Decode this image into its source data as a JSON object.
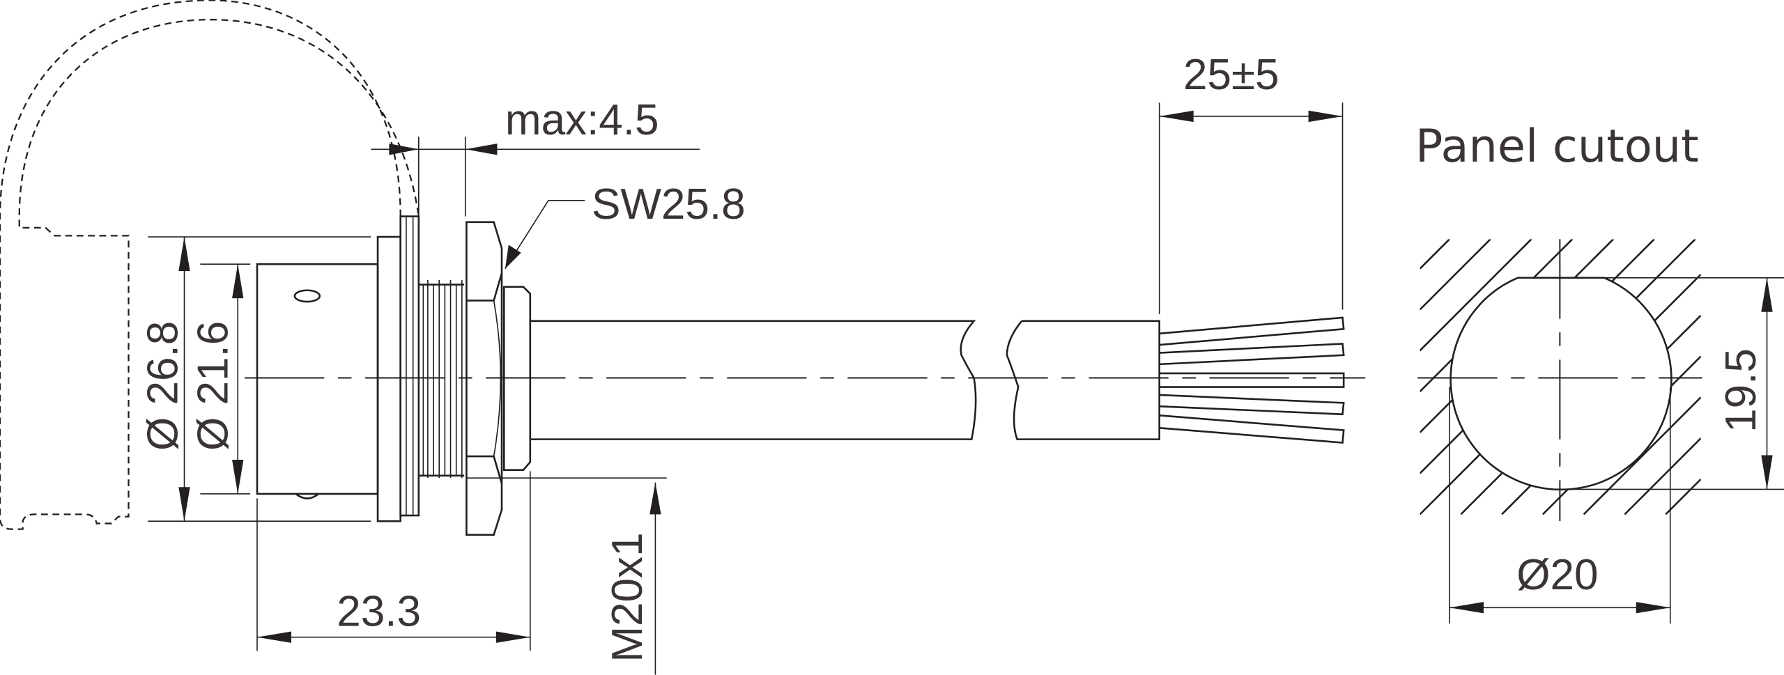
{
  "drawing": {
    "dimensions": {
      "max_thickness": "max:4.5",
      "wrench_size": "SW25.8",
      "cable_strip_length": "25±5",
      "outer_diameter": "Ø 26.8",
      "body_diameter": "Ø 21.6",
      "length": "23.3",
      "thread": "M20x1",
      "cutout_diameter": "Ø20",
      "cutout_flat": "19.5"
    },
    "panel_cutout_title": "Panel cutout"
  },
  "colors": {
    "line": "#231f20",
    "text": "#3a3436"
  }
}
